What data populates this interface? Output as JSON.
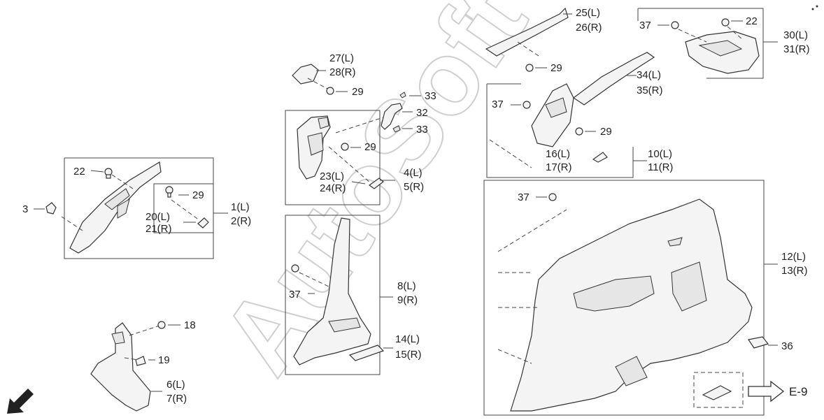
{
  "watermark": "AutoSoft",
  "callouts": {
    "c1": "1(L)",
    "c2": "2(R)",
    "c3": "3",
    "c4": "4(L)",
    "c5": "5(R)",
    "c6": "6(L)",
    "c7": "7(R)",
    "c8": "8(L)",
    "c9": "9(R)",
    "c10": "10(L)",
    "c11": "11(R)",
    "c12": "12(L)",
    "c13": "13(R)",
    "c14": "14(L)",
    "c15": "15(R)",
    "c16": "16(L)",
    "c17": "17(R)",
    "c18": "18",
    "c19": "19",
    "c20": "20(L)",
    "c21": "21(R)",
    "c22a": "22",
    "c22b": "22",
    "c23": "23(L)",
    "c24": "24(R)",
    "c25": "25(L)",
    "c26": "26(R)",
    "c27": "27(L)",
    "c28": "28(R)",
    "c29a": "29",
    "c29b": "29",
    "c29c": "29",
    "c29d": "29",
    "c29e": "29",
    "c30": "30(L)",
    "c31": "31(R)",
    "c32": "32",
    "c33a": "33",
    "c33b": "33",
    "c34": "34(L)",
    "c35": "35(R)",
    "c36": "36",
    "c37a": "37",
    "c37b": "37",
    "c37c": "37",
    "c37d": "37"
  },
  "reference": "E-9",
  "icons": [
    "front-direction-arrow-icon",
    "reference-arrow-icon"
  ]
}
